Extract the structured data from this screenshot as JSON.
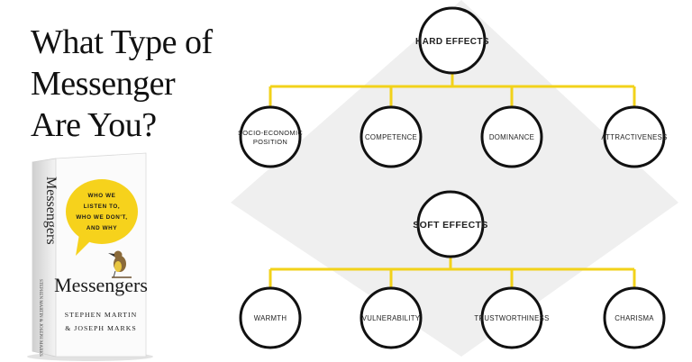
{
  "headline": {
    "line1": "What Type of",
    "line2": "Messenger",
    "line3": "Are You?"
  },
  "book": {
    "spine_title": "Messengers",
    "bubble_line1": "WHO WE",
    "bubble_line2": "LISTEN TO,",
    "bubble_line3": "WHO WE DON'T,",
    "bubble_line4": "AND WHY",
    "cover_title": "Messengers",
    "author1": "STEPHEN MARTIN",
    "author2": "& JOSEPH MARKS",
    "spine_authors": "STEPHEN MARTIN & JOSEPH MARKS"
  },
  "diagram": {
    "hard": {
      "title": "HARD EFFECTS",
      "children": [
        "SOCIO-ECONOMIC|POSITION",
        "COMPETENCE",
        "DOMINANCE",
        "ATTRACTIVENESS"
      ]
    },
    "soft": {
      "title": "SOFT EFFECTS",
      "children": [
        "WARMTH",
        "VULNERABILITY",
        "TRUSTWORTHINESS",
        "CHARISMA"
      ]
    },
    "colors": {
      "connector": "#f2d21a",
      "circle": "#111111",
      "backdrop": "#efefef"
    }
  }
}
